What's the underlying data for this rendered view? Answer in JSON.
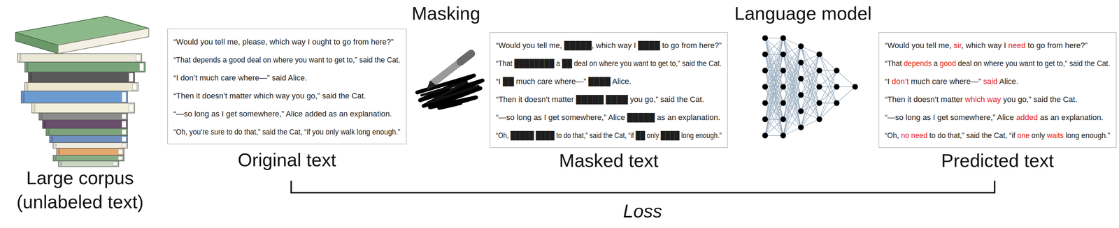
{
  "diagram": {
    "nodes": [
      {
        "text": [
          "“Would you tell me, please, which way I ought to go from here?”",
          "“That depends a good deal on where you want to get to,” said the Cat.",
          "“I don’t much care where—” said Alice.",
          "“Then it doesn’t matter which way you go,” said the Cat.",
          "“—so long as I get somewhere,” Alice added as an explanation.",
          "“Oh, you’re sure to do that,” said the Cat, “if you only walk long enough.”",
          "Original text"
        ]
      },
      {
        "text": [
          "“Would you tell me, █████, which way I ████ to go from here?”",
          "“That ████████ a ██ deal on where you want to get to,” said the Cat.",
          "“I ██ much care where—” ████ Alice.",
          "“Then it doesn’t matter █████ ████ you go,” said the Cat.",
          "“—so long as I get somewhere,” Alice █████ as an explanation.",
          "“Oh, █████ ████ to do that,” said the Cat, “if ██ only ████ long enough.”",
          "Masked text"
        ]
      },
      {
        "text": [
          "“Would you tell me, sir, which way I need to go from here?”",
          "“That depends a good deal on where you want to get to,” said the Cat.",
          "“I don’t much care where—” said Alice.",
          "“Then it doesn’t matter which way you go,” said the Cat.",
          "“—so long as I get somewhere,” Alice added as an explanation.",
          "“Oh, no need to do that,” said the Cat, “if one only waits long enough.”",
          "Predicted text"
        ]
      }
    ],
    "labels": [
      "Masking",
      "Language model",
      "Large corpus (unlabeled text)",
      "Loss"
    ]
  }
}
